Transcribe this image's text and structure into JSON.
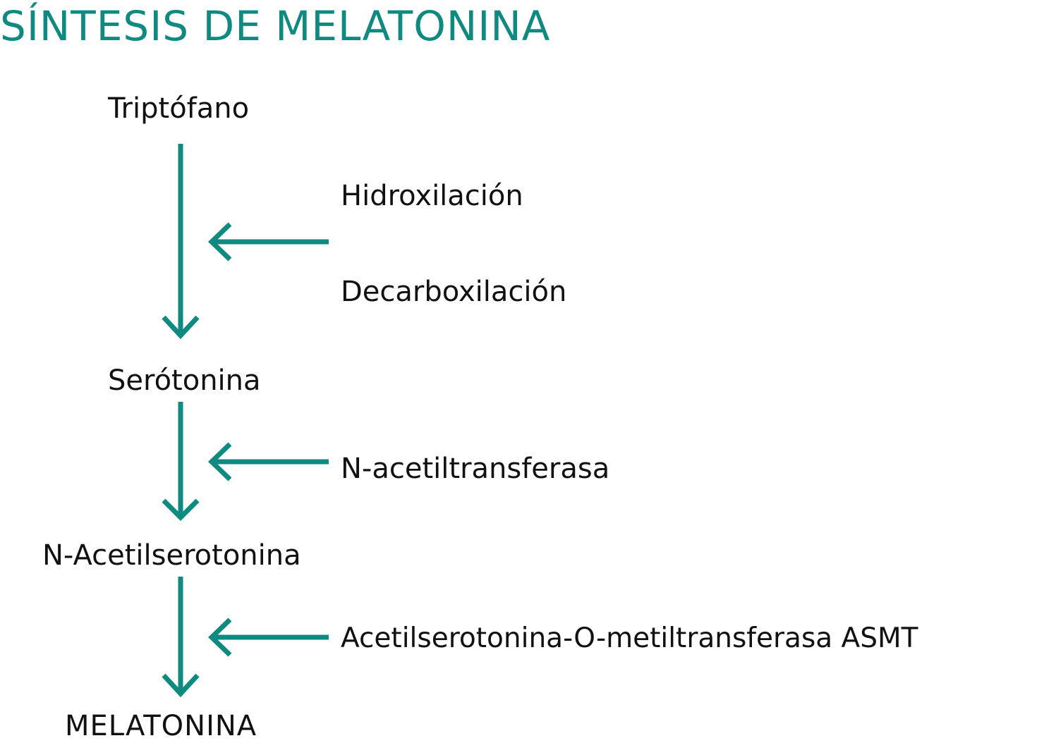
{
  "title": "SÍNTESIS DE MELATONINA",
  "colors": {
    "accent": "#0e8a80",
    "text": "#111111",
    "background": "#ffffff"
  },
  "nodes": [
    {
      "label": "Triptófano"
    },
    {
      "label": "Serótonina"
    },
    {
      "label": "N-Acetilserotonina"
    },
    {
      "label": "MELATONINA"
    }
  ],
  "steps": [
    {
      "enzymes": [
        "Hidroxilación",
        "Decarboxilación"
      ]
    },
    {
      "enzymes": [
        "N-acetiltransferasa"
      ]
    },
    {
      "enzymes": [
        "Acetilserotonina-O-metiltransferasa ASMT"
      ]
    }
  ]
}
